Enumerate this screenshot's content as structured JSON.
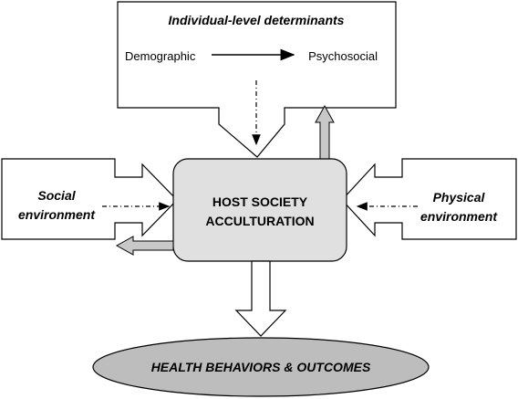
{
  "individual": {
    "title": "Individual-level determinants",
    "left_label": "Demographic",
    "right_label": "Psychosocial"
  },
  "social": {
    "line1": "Social",
    "line2": "environment"
  },
  "physical": {
    "line1": "Physical",
    "line2": "environment"
  },
  "center": {
    "line1": "HOST SOCIETY",
    "line2": "ACCULTURATION"
  },
  "outcome": {
    "label": "HEALTH BEHAVIORS & OUTCOMES"
  },
  "colors": {
    "center_fill": "#e0e0e0",
    "ellipse_fill": "#bdbdbd",
    "arrow_fill": "#c8c8c8"
  }
}
